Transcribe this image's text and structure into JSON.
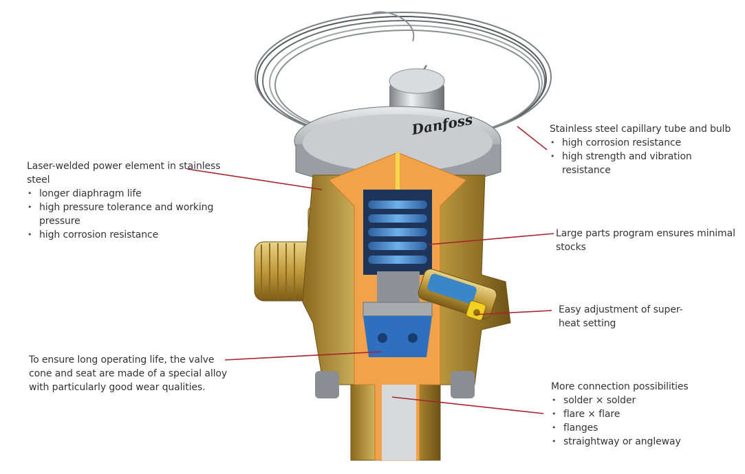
{
  "colors": {
    "leader_line": "#a8232b",
    "brass": "#c9a646",
    "steel": "#b9bcbf",
    "spring_blue": "#3f7fc4",
    "cutaway_orange": "#f2a24a"
  },
  "logo_text": "Danfoss",
  "callouts": {
    "power_element": {
      "title": "Laser-welded power element in stainless steel",
      "items": [
        "longer diaphragm life",
        "high pressure tolerance and working pressure",
        "high corrosion resistance"
      ]
    },
    "capillary": {
      "title": "Stainless steel capillary tube and bulb",
      "items": [
        "high corrosion resistance",
        "high strength and vibration resistance"
      ]
    },
    "parts_program": {
      "title": "Large parts program ensures minimal stocks"
    },
    "adjustment": {
      "title": "Easy adjustment of super-heat setting"
    },
    "valve_cone": {
      "title": "To ensure long operating life, the valve cone and seat are made of a special alloy with particularly good wear qualities."
    },
    "connections": {
      "title": "More connection possibilities",
      "items": [
        "solder × solder",
        "flare × flare",
        "flanges",
        "straightway or angleway"
      ]
    }
  }
}
